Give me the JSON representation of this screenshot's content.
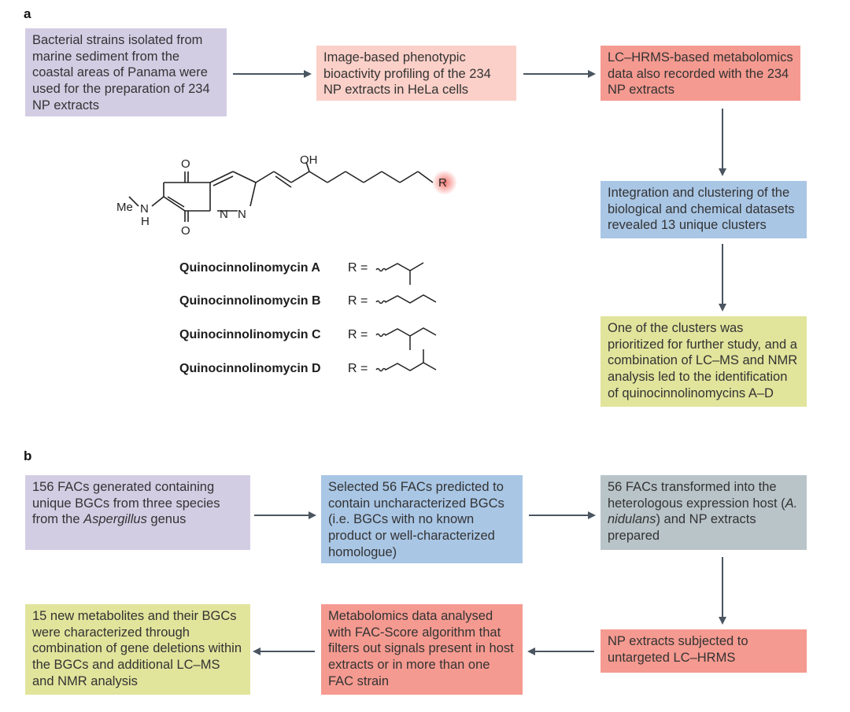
{
  "panel_a": {
    "label": "a",
    "box1": "Bacterial strains isolated from marine sediment from the coastal areas of Panama were used for the preparation of 234 NP extracts",
    "box2": "Image-based phenotypic bioactivity profiling of the 234 NP extracts in HeLa cells",
    "box3": "LC–HRMS-based metabolomics data also recorded with the 234 NP extracts",
    "box4": "Integration and clustering of the biological and chemical datasets revealed 13 unique clusters",
    "box5": "One of the clusters was prioritized for further study, and a combination of LC–MS and NMR analysis led to the identification of quinocinnolinomycins A–D",
    "structure": {
      "atoms": {
        "oxygen": "O",
        "hydroxyl": "OH",
        "methyl": "Me",
        "amine_h": "H",
        "nitrogen": "N",
        "r_group": "R"
      },
      "compounds": [
        {
          "name": "Quinocinnolinomycin A",
          "r_label": "R ="
        },
        {
          "name": "Quinocinnolinomycin B",
          "r_label": "R ="
        },
        {
          "name": "Quinocinnolinomycin C",
          "r_label": "R ="
        },
        {
          "name": "Quinocinnolinomycin D",
          "r_label": "R ="
        }
      ]
    }
  },
  "panel_b": {
    "label": "b",
    "box1_pre": "156 FACs generated containing unique BGCs from three species from the ",
    "box1_italic": "Aspergillus",
    "box1_post": " genus",
    "box2": "Selected 56 FACs predicted to contain uncharacterized BGCs (i.e. BGCs with no known product or well-characterized homologue)",
    "box3_pre": "56 FACs transformed into the heterologous expression host (",
    "box3_italic": "A. nidulans",
    "box3_post": ") and NP extracts prepared",
    "box4": "NP extracts subjected to untargeted LC–HRMS",
    "box5": "Metabolomics data analysed with FAC-Score algorithm that filters out signals present in host extracts or in more than one FAC strain",
    "box6": "15 new metabolites and their BGCs were characterized through combination of gene deletions within the BGCs and additional LC–MS and NMR analysis"
  },
  "colors": {
    "purple": "#d3cde4",
    "pink": "#fbd0c8",
    "red": "#f59a90",
    "blue": "#a9c6e5",
    "yellow": "#e1e49b",
    "grey": "#b9c4c9",
    "arrow": "#4a5560"
  }
}
